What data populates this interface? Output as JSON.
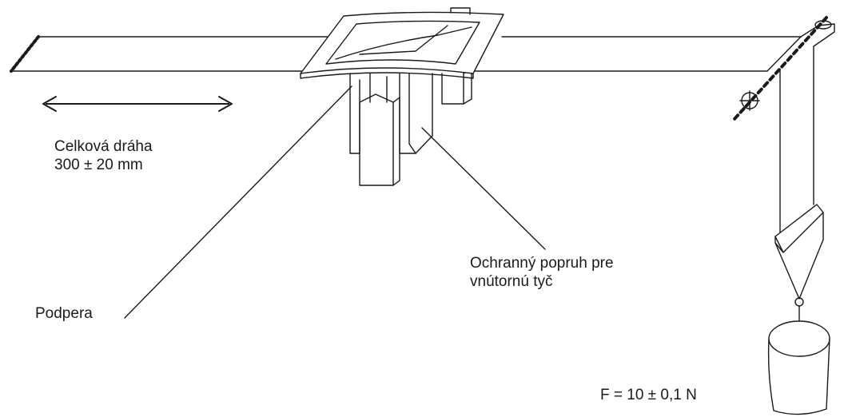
{
  "labels": {
    "travel_line1": "Celková dráha",
    "travel_line2": "300 ± 20 mm",
    "strap_line1": "Ochranný popruh pre",
    "strap_line2": "vnútornú tyč",
    "support": "Podpera",
    "force": "F = 10 ± 0,1 N"
  },
  "colors": {
    "ink": "#1a1a1a",
    "background": "#ffffff"
  }
}
